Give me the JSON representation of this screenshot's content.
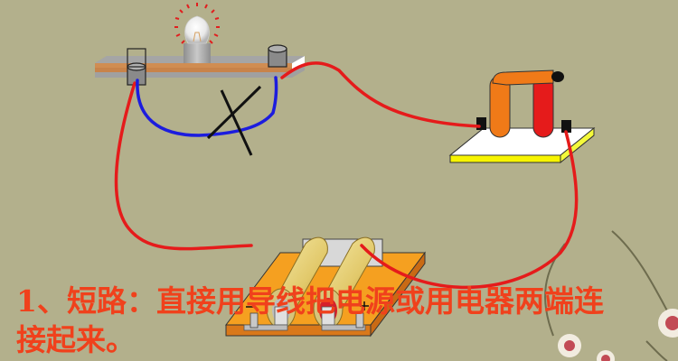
{
  "slide": {
    "background_color": "#b3b08c",
    "caption": {
      "line1": "1、短路：直接用导线把电源或用电器两端连",
      "line2": "接起来。",
      "color": "#f0411c"
    }
  },
  "diagram": {
    "components": [
      {
        "id": "lamp-board",
        "label": "light bulb on holder board with two terminals"
      },
      {
        "id": "switch",
        "label": "knife switch on yellow base"
      },
      {
        "id": "battery",
        "label": "battery holder with two cells"
      }
    ],
    "battery_terminals": {
      "negative": "-",
      "positive": "+"
    },
    "wires": [
      {
        "color": "#e51b1b",
        "from": "lamp-left-terminal",
        "to": "battery-negative"
      },
      {
        "color": "#e51b1b",
        "from": "lamp-right-terminal",
        "to": "switch-left"
      },
      {
        "color": "#e51b1b",
        "from": "switch-right",
        "to": "battery-positive"
      },
      {
        "color": "#1a1ae0",
        "from": "lamp-left-terminal",
        "to": "lamp-right-terminal",
        "note": "short-circuit wire marked with X"
      }
    ],
    "cross_mark": "X"
  }
}
